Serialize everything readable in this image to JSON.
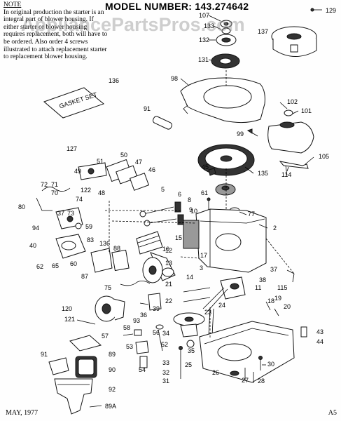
{
  "title": "MODEL NUMBER:  143.274642",
  "note": {
    "heading": "NOTE",
    "text": "In original production the starter is an integral part of blower housing. If either starter or blower housing requires replacement, both will have to be ordered. Also order 4 screws illustrated to attach replacement starter to replacement blower housing."
  },
  "watermark": "AppliancePartsPros.com",
  "gasket_set_text": "GASKET SET",
  "footer": {
    "date": "MAY, 1977",
    "code": "A5"
  },
  "part_labels": [
    "107",
    "129",
    "133",
    "137",
    "132",
    "131",
    "98",
    "136",
    "91",
    "102",
    "101",
    "99",
    "105",
    "114",
    "127",
    "51",
    "50",
    "47",
    "49",
    "48",
    "46",
    "45",
    "135",
    "72",
    "71",
    "70",
    "122",
    "74",
    "5",
    "6",
    "8",
    "9",
    "10",
    "61",
    "80",
    "37",
    "73",
    "94",
    "59",
    "15",
    "77",
    "40",
    "83",
    "136",
    "88",
    "16",
    "2",
    "62",
    "65",
    "60",
    "87",
    "12",
    "13",
    "3",
    "38",
    "37",
    "75",
    "14",
    "11",
    "115",
    "18",
    "21",
    "22",
    "17",
    "39",
    "120",
    "36",
    "24",
    "19",
    "20",
    "121",
    "93",
    "58",
    "57",
    "23",
    "43",
    "44",
    "53",
    "56",
    "34",
    "52",
    "35",
    "91",
    "89",
    "90",
    "54",
    "25",
    "33",
    "30",
    "32",
    "31",
    "26",
    "27",
    "28",
    "92",
    "89A"
  ]
}
